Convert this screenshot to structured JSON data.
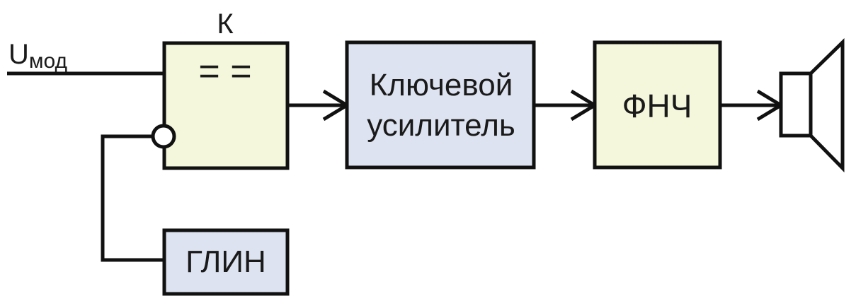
{
  "input_signal": {
    "main": "U",
    "subscript": "мод"
  },
  "blocks": {
    "comparator": {
      "label": "К",
      "symbol": "= ="
    },
    "key_amplifier": {
      "line1": "Ключевой",
      "line2": "усилитель"
    },
    "lpf": {
      "label": "ФНЧ"
    },
    "generator": {
      "label": "ГЛИН"
    }
  },
  "colors": {
    "comparator_fill": "#f5f7dc",
    "lpf_fill": "#f5f7dc",
    "amplifier_fill": "#dde3f0",
    "generator_fill": "#dde3f0",
    "stroke": "#111111"
  }
}
